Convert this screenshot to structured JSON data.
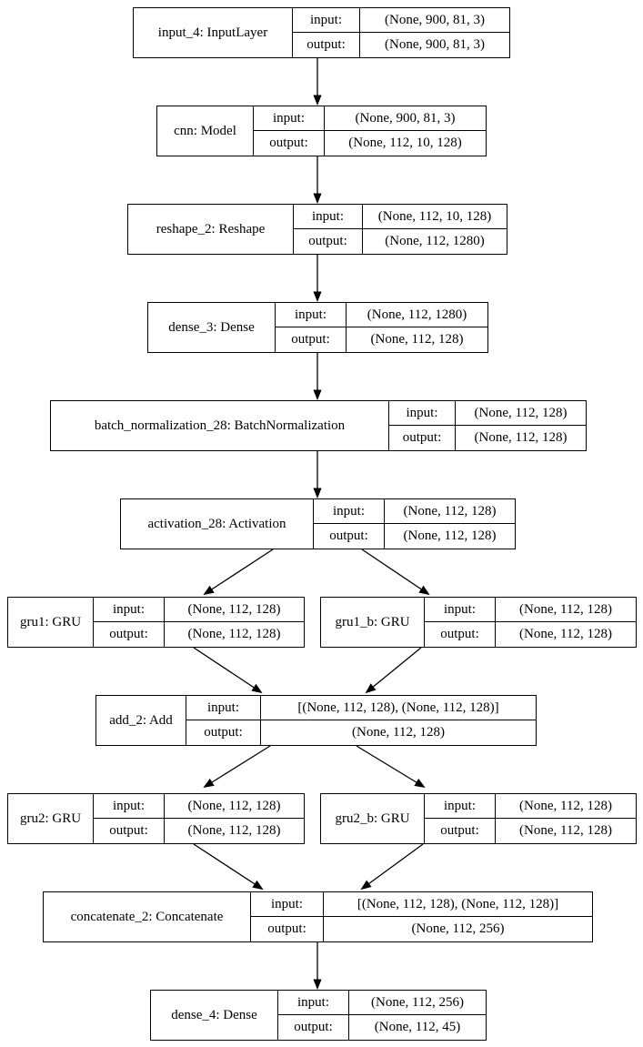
{
  "diagram": {
    "type": "keras-model-graph",
    "io_labels": {
      "input": "input:",
      "output": "output:"
    },
    "nodes": [
      {
        "id": "input_4",
        "label": "input_4: InputLayer",
        "input_key": "input:",
        "output_key": "output:",
        "input_shape": "(None, 900, 81, 3)",
        "output_shape": "(None, 900, 81, 3)"
      },
      {
        "id": "cnn",
        "label": "cnn: Model",
        "input_key": "input:",
        "output_key": "output:",
        "input_shape": "(None, 900, 81, 3)",
        "output_shape": "(None, 112, 10, 128)"
      },
      {
        "id": "reshape_2",
        "label": "reshape_2: Reshape",
        "input_key": "input:",
        "output_key": "output:",
        "input_shape": "(None, 112, 10, 128)",
        "output_shape": "(None, 112, 1280)"
      },
      {
        "id": "dense_3",
        "label": "dense_3: Dense",
        "input_key": "input:",
        "output_key": "output:",
        "input_shape": "(None, 112, 1280)",
        "output_shape": "(None, 112, 128)"
      },
      {
        "id": "batch_normalization_28",
        "label": "batch_normalization_28: BatchNormalization",
        "input_key": "input:",
        "output_key": "output:",
        "input_shape": "(None, 112, 128)",
        "output_shape": "(None, 112, 128)"
      },
      {
        "id": "activation_28",
        "label": "activation_28: Activation",
        "input_key": "input:",
        "output_key": "output:",
        "input_shape": "(None, 112, 128)",
        "output_shape": "(None, 112, 128)"
      },
      {
        "id": "gru1",
        "label": "gru1: GRU",
        "input_key": "input:",
        "output_key": "output:",
        "input_shape": "(None, 112, 128)",
        "output_shape": "(None, 112, 128)"
      },
      {
        "id": "gru1_b",
        "label": "gru1_b: GRU",
        "input_key": "input:",
        "output_key": "output:",
        "input_shape": "(None, 112, 128)",
        "output_shape": "(None, 112, 128)"
      },
      {
        "id": "add_2",
        "label": "add_2: Add",
        "input_key": "input:",
        "output_key": "output:",
        "input_shape": "[(None, 112, 128), (None, 112, 128)]",
        "output_shape": "(None, 112, 128)"
      },
      {
        "id": "gru2",
        "label": "gru2: GRU",
        "input_key": "input:",
        "output_key": "output:",
        "input_shape": "(None, 112, 128)",
        "output_shape": "(None, 112, 128)"
      },
      {
        "id": "gru2_b",
        "label": "gru2_b: GRU",
        "input_key": "input:",
        "output_key": "output:",
        "input_shape": "(None, 112, 128)",
        "output_shape": "(None, 112, 128)"
      },
      {
        "id": "concatenate_2",
        "label": "concatenate_2: Concatenate",
        "input_key": "input:",
        "output_key": "output:",
        "input_shape": "[(None, 112, 128), (None, 112, 128)]",
        "output_shape": "(None, 112, 256)"
      },
      {
        "id": "dense_4",
        "label": "dense_4: Dense",
        "input_key": "input:",
        "output_key": "output:",
        "input_shape": "(None, 112, 256)",
        "output_shape": "(None, 112, 45)"
      }
    ],
    "edges": [
      {
        "from": "input_4",
        "to": "cnn"
      },
      {
        "from": "cnn",
        "to": "reshape_2"
      },
      {
        "from": "reshape_2",
        "to": "dense_3"
      },
      {
        "from": "dense_3",
        "to": "batch_normalization_28"
      },
      {
        "from": "batch_normalization_28",
        "to": "activation_28"
      },
      {
        "from": "activation_28",
        "to": "gru1"
      },
      {
        "from": "activation_28",
        "to": "gru1_b"
      },
      {
        "from": "gru1",
        "to": "add_2"
      },
      {
        "from": "gru1_b",
        "to": "add_2"
      },
      {
        "from": "add_2",
        "to": "gru2"
      },
      {
        "from": "add_2",
        "to": "gru2_b"
      },
      {
        "from": "gru2",
        "to": "concatenate_2"
      },
      {
        "from": "gru2_b",
        "to": "concatenate_2"
      },
      {
        "from": "concatenate_2",
        "to": "dense_4"
      }
    ],
    "colors": {
      "line": "#000000",
      "background": "#ffffff",
      "text": "#000000"
    }
  }
}
